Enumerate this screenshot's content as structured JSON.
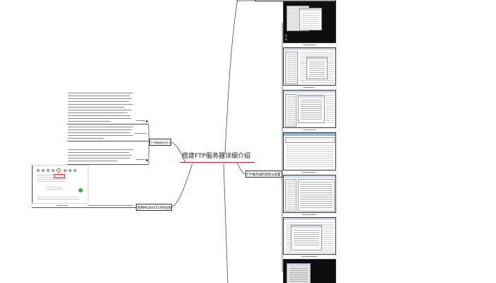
{
  "central_topic": "搭建FTP服务器详细介绍",
  "branches": {
    "basics": "FTP基础知识学习",
    "mobaxterm": "使用MOBAXTERM连接",
    "setup": "FTP服务器的搭建与配置"
  },
  "colors": {
    "connector": "#4a4a4a",
    "central_underline": "#9b2c2c",
    "text_placeholder": "#8c8c8c",
    "status_green": "#3aa84a",
    "highlight_red": "#e03030"
  },
  "icons": {
    "note_marker": "dot-icon",
    "status": "green-status-dot-icon",
    "highlight": "red-circle-highlight-icon"
  }
}
